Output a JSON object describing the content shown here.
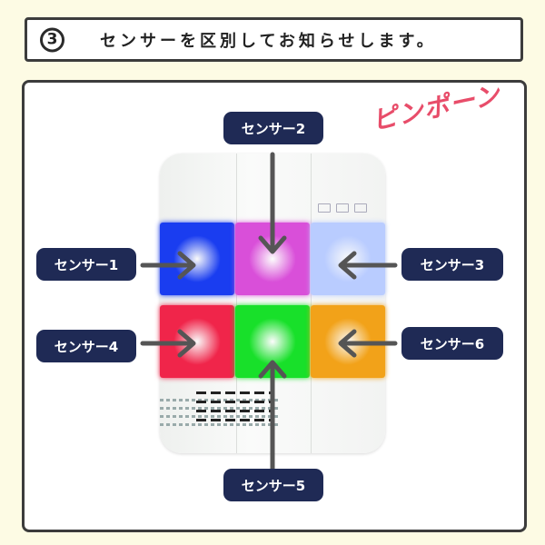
{
  "header": {
    "step_number": "3",
    "title": "センサーを区別してお知らせします。"
  },
  "sound_effect": "ピンポーン",
  "sensors": [
    {
      "label": "センサー1",
      "color": "#1a3df0"
    },
    {
      "label": "センサー2",
      "color": "#d94fd9"
    },
    {
      "label": "センサー3",
      "color": "#b9ccff"
    },
    {
      "label": "センサー4",
      "color": "#f0254a"
    },
    {
      "label": "センサー5",
      "color": "#18e02a"
    },
    {
      "label": "センサー6",
      "color": "#f2a219"
    }
  ],
  "colors": {
    "label_bg": "#1f2a55",
    "arrow": "#555555",
    "sfx": "#e84d6a"
  }
}
